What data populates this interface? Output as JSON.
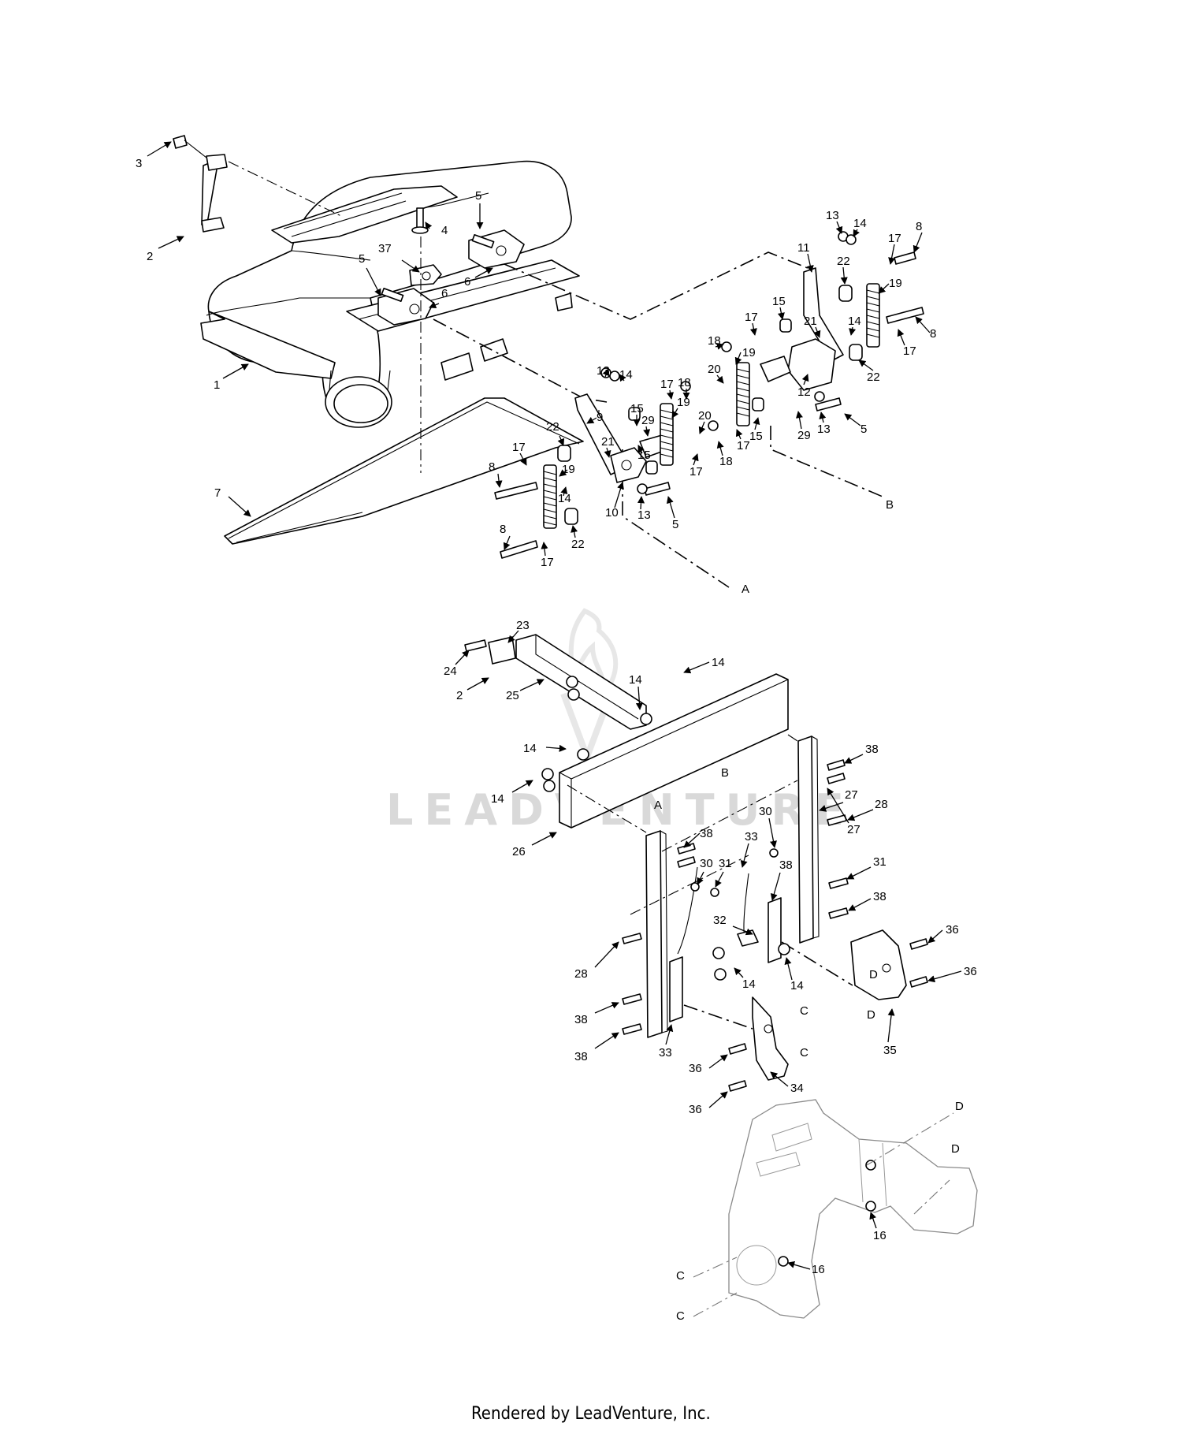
{
  "watermark": "LEADVENTURE",
  "footer": "Rendered by LeadVenture, Inc.",
  "callouts": [
    {
      "id": "c3a",
      "text": "3"
    },
    {
      "id": "c2a",
      "text": "2"
    },
    {
      "id": "c1",
      "text": "1"
    },
    {
      "id": "c7",
      "text": "7"
    },
    {
      "id": "c5a",
      "text": "5"
    },
    {
      "id": "c4",
      "text": "4"
    },
    {
      "id": "c37",
      "text": "37"
    },
    {
      "id": "c6a",
      "text": "6"
    },
    {
      "id": "c5b",
      "text": "5"
    },
    {
      "id": "c6b",
      "text": "6"
    },
    {
      "id": "c13a",
      "text": "13"
    },
    {
      "id": "c14a",
      "text": "14"
    },
    {
      "id": "c8a",
      "text": "8"
    },
    {
      "id": "c17a",
      "text": "17"
    },
    {
      "id": "c11",
      "text": "11"
    },
    {
      "id": "c22a",
      "text": "22"
    },
    {
      "id": "c19a",
      "text": "19"
    },
    {
      "id": "c15a",
      "text": "15"
    },
    {
      "id": "c17b",
      "text": "17"
    },
    {
      "id": "c21a",
      "text": "21"
    },
    {
      "id": "c14b",
      "text": "14"
    },
    {
      "id": "c8b",
      "text": "8"
    },
    {
      "id": "c17c",
      "text": "17"
    },
    {
      "id": "c18a",
      "text": "18"
    },
    {
      "id": "c19b",
      "text": "19"
    },
    {
      "id": "c22b",
      "text": "22"
    },
    {
      "id": "c20a",
      "text": "20"
    },
    {
      "id": "c12",
      "text": "12"
    },
    {
      "id": "c13b",
      "text": "13"
    },
    {
      "id": "c5c",
      "text": "5"
    },
    {
      "id": "c29a",
      "text": "29"
    },
    {
      "id": "c15b",
      "text": "15"
    },
    {
      "id": "c17d",
      "text": "17"
    },
    {
      "id": "c18b",
      "text": "18"
    },
    {
      "id": "c13c",
      "text": "13"
    },
    {
      "id": "c14c",
      "text": "14"
    },
    {
      "id": "c17e",
      "text": "17"
    },
    {
      "id": "c18c",
      "text": "18"
    },
    {
      "id": "c15c",
      "text": "15"
    },
    {
      "id": "c20b",
      "text": "20"
    },
    {
      "id": "c19c",
      "text": "19"
    },
    {
      "id": "c9",
      "text": "9"
    },
    {
      "id": "c29b",
      "text": "29"
    },
    {
      "id": "c22c",
      "text": "22"
    },
    {
      "id": "c21b",
      "text": "21"
    },
    {
      "id": "c17f",
      "text": "17"
    },
    {
      "id": "c15d",
      "text": "15"
    },
    {
      "id": "c17g",
      "text": "17"
    },
    {
      "id": "c8c",
      "text": "8"
    },
    {
      "id": "c19d",
      "text": "19"
    },
    {
      "id": "c14d",
      "text": "14"
    },
    {
      "id": "c10",
      "text": "10"
    },
    {
      "id": "c13d",
      "text": "13"
    },
    {
      "id": "c5d",
      "text": "5"
    },
    {
      "id": "c8d",
      "text": "8"
    },
    {
      "id": "c22d",
      "text": "22"
    },
    {
      "id": "c17h",
      "text": "17"
    },
    {
      "id": "refB1",
      "text": "B"
    },
    {
      "id": "refA1",
      "text": "A"
    },
    {
      "id": "c23",
      "text": "23"
    },
    {
      "id": "c24",
      "text": "24"
    },
    {
      "id": "c2b",
      "text": "2"
    },
    {
      "id": "c25",
      "text": "25"
    },
    {
      "id": "c14e",
      "text": "14"
    },
    {
      "id": "c14f",
      "text": "14"
    },
    {
      "id": "c14g",
      "text": "14"
    },
    {
      "id": "c14h",
      "text": "14"
    },
    {
      "id": "refB2",
      "text": "B"
    },
    {
      "id": "refA2",
      "text": "A"
    },
    {
      "id": "c26",
      "text": "26"
    },
    {
      "id": "c38a",
      "text": "38"
    },
    {
      "id": "c27a",
      "text": "27"
    },
    {
      "id": "c28a",
      "text": "28"
    },
    {
      "id": "c30a",
      "text": "30"
    },
    {
      "id": "c38b",
      "text": "38"
    },
    {
      "id": "c31a",
      "text": "31"
    },
    {
      "id": "c33a",
      "text": "33"
    },
    {
      "id": "c38c",
      "text": "38"
    },
    {
      "id": "c38d",
      "text": "38"
    },
    {
      "id": "c30b",
      "text": "30"
    },
    {
      "id": "c31b",
      "text": "31"
    },
    {
      "id": "c27b",
      "text": "27"
    },
    {
      "id": "c32",
      "text": "32"
    },
    {
      "id": "c14i",
      "text": "14"
    },
    {
      "id": "c14j",
      "text": "14"
    },
    {
      "id": "c28b",
      "text": "28"
    },
    {
      "id": "c36a",
      "text": "36"
    },
    {
      "id": "c36b",
      "text": "36"
    },
    {
      "id": "refD1",
      "text": "D"
    },
    {
      "id": "refD2",
      "text": "D"
    },
    {
      "id": "c35",
      "text": "35"
    },
    {
      "id": "c38e",
      "text": "38"
    },
    {
      "id": "c38f",
      "text": "38"
    },
    {
      "id": "c33b",
      "text": "33"
    },
    {
      "id": "refC1",
      "text": "C"
    },
    {
      "id": "refC2",
      "text": "C"
    },
    {
      "id": "c36c",
      "text": "36"
    },
    {
      "id": "c34",
      "text": "34"
    },
    {
      "id": "c36d",
      "text": "36"
    },
    {
      "id": "refD3",
      "text": "D"
    },
    {
      "id": "refD4",
      "text": "D"
    },
    {
      "id": "c16a",
      "text": "16"
    },
    {
      "id": "c16b",
      "text": "16"
    },
    {
      "id": "refC3",
      "text": "C"
    },
    {
      "id": "refC4",
      "text": "C"
    }
  ]
}
